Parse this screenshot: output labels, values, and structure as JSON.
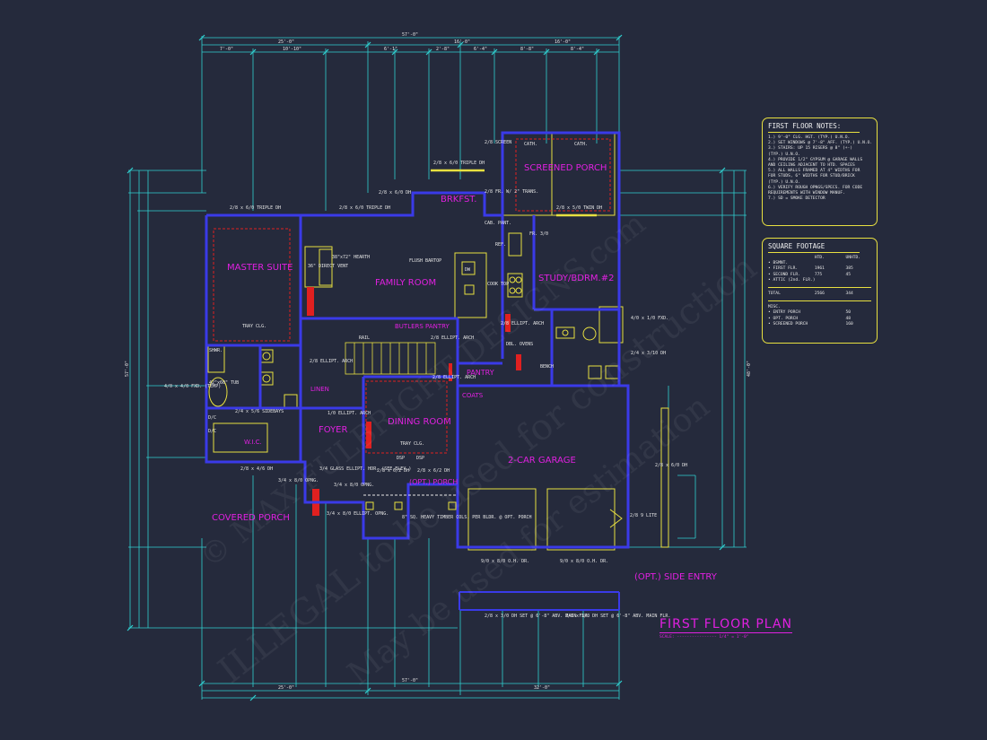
{
  "plan_title": "FIRST FLOOR PLAN",
  "plan_scale": "SCALE: ---------------- 1/4\" = 1'-0\"",
  "watermark_1": "© MAX FULBRIGHT DESIGNS.com",
  "watermark_2": "ILLEGAL to be used for construction",
  "watermark_3": "May be used for estimation",
  "rooms": {
    "master_suite": "MASTER SUITE",
    "family_room": "FAMILY ROOM",
    "brkfst": "BRKFST.",
    "screened_porch": "SCREENED PORCH",
    "study": "STUDY/BDRM.#2",
    "butlers_pantry": "BUTLERS PANTRY",
    "pantry": "PANTRY",
    "coats": "COATS",
    "linen": "LINEN",
    "foyer": "FOYER",
    "dining_room": "DINING ROOM",
    "wic": "W.I.C.",
    "garage": "2-CAR GARAGE",
    "opt_porch": "(OPT.) PORCH",
    "covered_porch": "COVERED PORCH",
    "side_entry": "(OPT.) SIDE ENTRY"
  },
  "notes": {
    "top_window_1": "2/8 x 6/0 TRIPLE DH",
    "top_window_2": "2/8 x 6/0 TRIPLE DH",
    "top_window_3": "2/8 x 6/0 TRIPLE DH",
    "top_window_4": "2/8 x 5/0 TWIN DH",
    "brk_dh": "2/8 x 6/0 DH",
    "screen": "2/8 SCREEN",
    "fr_trans": "2/8 FR. W/ 2\" TRANS.",
    "cath_1": "CATH.",
    "cath_2": "CATH.",
    "direct_vent": "36\" DIRECT VENT",
    "hearth": "38\"x72\" HEARTH",
    "flush_bartop": "FLUSH BARTOP",
    "dw": "DW",
    "cooktop": "COOK TOP",
    "cab_pant": "CAB. PANT.",
    "ref": "REF.",
    "fr": "FR. 3/0",
    "tray_clg_1": "TRAY CLG.",
    "tray_clg_2": "TRAY CLG.",
    "ellipt_1": "2/8 ELLIPT. ARCH",
    "ellipt_2": "2/8 ELLIPT. ARCH",
    "ellipt_3": "2/8 ELLIPT. ARCH",
    "ellipt_4": "2/8 ELLIPT. ARCH",
    "rail": "RAIL",
    "dbl_ovens": "DBL. OVENS",
    "bench": "BENCH",
    "fxd_1": "4/0 x 1/0 FXD.",
    "dh_2x3": "2/4 x 3/10 DH",
    "fxd_2": "4/0 x 4/0 FXD. (TEMP)",
    "tub": "42\"x60\" TUB",
    "shwr": "SHWR.",
    "dvc_1": "D/C",
    "dvc_2": "D/C",
    "sidebays": "2/4 x 5/6 SIDEBAYS",
    "window_bottom_left": "2/8 x 4/6 DH",
    "ellipt_arch_foyer": "1/0 ELLIPT. ARCH",
    "glass_door": "3/4 GLASS ELLIPT. HDR. (SEE ELEV.)",
    "dining_dh_1": "2/8 x 6/2 DH",
    "dining_dh_2": "2/8 x 6/2 DH",
    "dsp": "DSP",
    "dsp2": "DSP",
    "opng_1": "3/4 x 8/0 OPNG.",
    "opng_2": "3/4 x 8/0 OPNG.",
    "ellipt_opng": "3/4 x 8/0 ELLIPT. OPNG.",
    "timber_cols": "8\" SQ. HEAVY TIMBER COLS. PER BLDR. @ OPT. PORCH",
    "gar_dr_1": "9/0 x 8/0 O.H. DR.",
    "gar_dr_2": "9/0 x 8/0 O.H. DR.",
    "gar_side_dh": "2/8 x 6/0 DH",
    "gar_lite": "2/8 9 LITE",
    "bottom_dh_1": "2/8 x 3/0 DH SET @ 6'-8\" ABV. MAIN FLR.",
    "bottom_dh_2": "2/8 x 3/0 DH SET @ 6'-8\" ABV. MAIN FLR."
  },
  "dimensions": {
    "top_overall": "57'-0\"",
    "top_a": "25'-0\"",
    "top_b": "16'-0\"",
    "top_c": "16'-0\"",
    "top_d1": "7'-0\"",
    "top_d2": "10'-10\"",
    "top_d3": "6'-1\"",
    "top_d4": "2'-8\"",
    "top_d5": "6'-4\"",
    "top_d6": "8'-8\"",
    "top_d7": "8'-4\"",
    "bot_overall": "57'-0\"",
    "bot_a": "25'-0\"",
    "bot_b": "32'-0\"",
    "left_overall": "57'-0\"",
    "right_overall": "48'-0\""
  },
  "first_floor_notes": {
    "title": "FIRST FLOOR NOTES:",
    "lines": [
      "1.) 9'-0\" CLG. HGT. (TYP.) U.N.O.",
      "2.) SET WINDOWS @ 7'-8\" AFF. (TYP.) U.N.O.",
      "3.) STAIRS: UP 15 RISERS @ 8\" (+-)",
      "    (TYP.) U.N.O.",
      "4.) PROVIDE 1/2\" GYPSUM @ GARAGE WALLS",
      "    AND CEILING ADJACENT TO HTD. SPACES",
      "5.) ALL WALLS FRAMED AT 4\" WIDTHS FOR",
      "    FOR STUDS, 6\" WIDTHS FOR STUD/BRICK",
      "    (TYP.) U.N.O.",
      "6.) VERIFY ROUGH OPNGS/SPECS. FOR CODE",
      "    REQUIREMENTS WITH WINDOW MANUF.",
      "7.) SD = SMOKE DETECTOR"
    ]
  },
  "square_footage": {
    "title": "SQUARE FOOTAGE",
    "col_htd": "HTD.",
    "col_unhtd": "UNHTD.",
    "rows": [
      {
        "name": "• BSMNT.",
        "htd": "",
        "unhtd": ""
      },
      {
        "name": "• FIRST FLR.",
        "htd": "1961",
        "unhtd": "385"
      },
      {
        "name": "• SECOND FLR.",
        "htd": "775",
        "unhtd": "45"
      },
      {
        "name": "• ATTIC (2nd. FLR.)",
        "htd": "",
        "unhtd": ""
      },
      {
        "name": "TOTAL",
        "htd": "2566",
        "unhtd": "344"
      },
      {
        "name": "MISC.",
        "htd": "",
        "unhtd": ""
      },
      {
        "name": "• ENTRY PORCH",
        "htd": "",
        "unhtd": "50"
      },
      {
        "name": "• OPT. PORCH",
        "htd": "",
        "unhtd": "48"
      },
      {
        "name": "• SCREENED PORCH",
        "htd": "",
        "unhtd": "160"
      }
    ]
  },
  "colors": {
    "background": "#252a3c",
    "walls": "#3a3ae8",
    "dimensions": "#30d0d0",
    "labels": "#e020e0",
    "fixtures": "#e8e040",
    "accent_red": "#e02020"
  }
}
